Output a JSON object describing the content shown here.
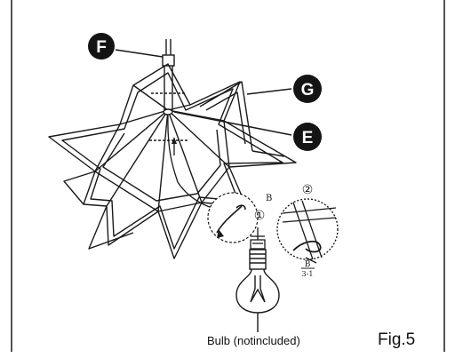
{
  "callouts": {
    "f": "F",
    "g": "G",
    "e": "E"
  },
  "step_labels": {
    "one": "①",
    "two": "②"
  },
  "small_letters": {
    "b_main": "B",
    "b_detail": "B",
    "detail_fraction": "3-1"
  },
  "bulb_caption": "Bulb (notincluded)",
  "figure_label": "Fig.5",
  "colors": {
    "line": "#1a1a1a",
    "callout_fill": "#141414",
    "callout_text": "#ffffff"
  }
}
